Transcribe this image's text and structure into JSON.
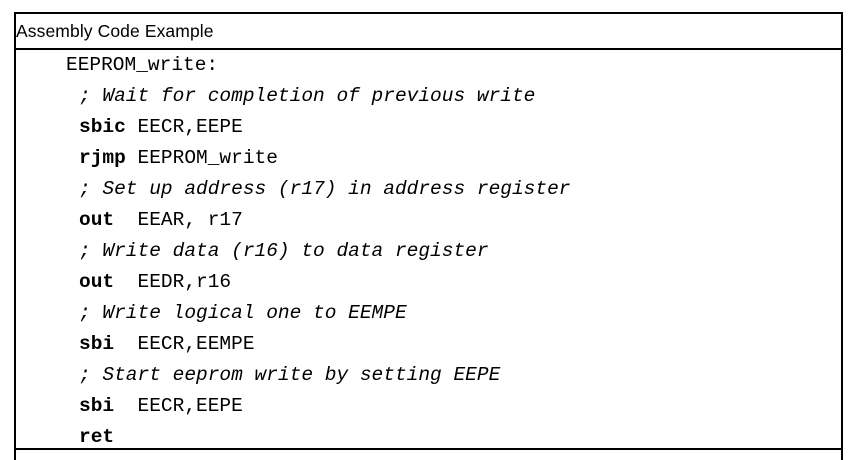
{
  "table": {
    "caption": "Assembly Code Example",
    "code_lines": [
      {
        "kind": "label",
        "indent": false,
        "label": "EEPROM_write:"
      },
      {
        "kind": "comment",
        "indent": true,
        "comment": "; Wait for completion of previous write"
      },
      {
        "kind": "instruction",
        "indent": true,
        "mnemonic": "sbic",
        "operands": " EECR,EEPE"
      },
      {
        "kind": "instruction",
        "indent": true,
        "mnemonic": "rjmp",
        "operands": " EEPROM_write"
      },
      {
        "kind": "comment",
        "indent": true,
        "comment": "; Set up address (r17) in address register"
      },
      {
        "kind": "instruction",
        "indent": true,
        "mnemonic": "out",
        "operands": "  EEAR, r17"
      },
      {
        "kind": "comment",
        "indent": true,
        "comment": "; Write data (r16) to data register"
      },
      {
        "kind": "instruction",
        "indent": true,
        "mnemonic": "out",
        "operands": "  EEDR,r16"
      },
      {
        "kind": "comment",
        "indent": true,
        "comment": "; Write logical one to EEMPE"
      },
      {
        "kind": "instruction",
        "indent": true,
        "mnemonic": "sbi",
        "operands": "  EECR,EEMPE"
      },
      {
        "kind": "comment",
        "indent": true,
        "comment": "; Start eeprom write by setting EEPE"
      },
      {
        "kind": "instruction",
        "indent": true,
        "mnemonic": "sbi",
        "operands": "  EECR,EEPE"
      },
      {
        "kind": "instruction",
        "indent": true,
        "mnemonic": "ret",
        "operands": ""
      }
    ]
  },
  "colors": {
    "border": "#000000",
    "text": "#000000",
    "background": "#ffffff"
  }
}
